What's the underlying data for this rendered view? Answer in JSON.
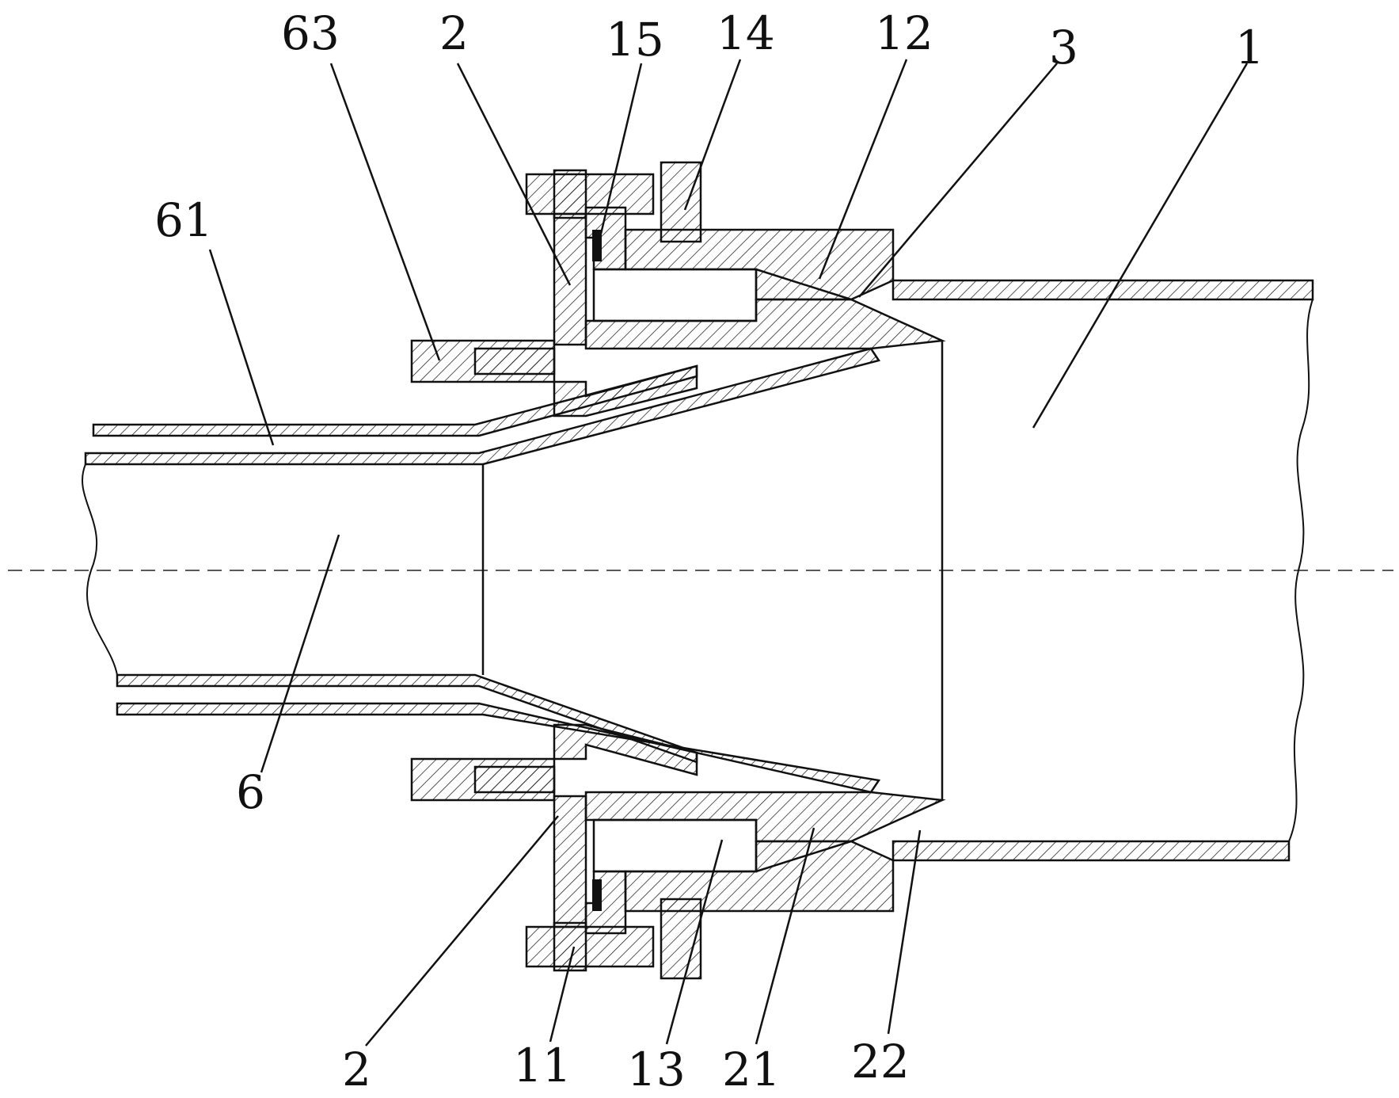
{
  "figure": {
    "part_labels": [
      "63",
      "2",
      "15",
      "14",
      "12",
      "3",
      "1",
      "61",
      "6",
      "2",
      "11",
      "13",
      "21",
      "22"
    ]
  },
  "palette": {
    "ink": "#111111",
    "background": "#ffffff"
  }
}
